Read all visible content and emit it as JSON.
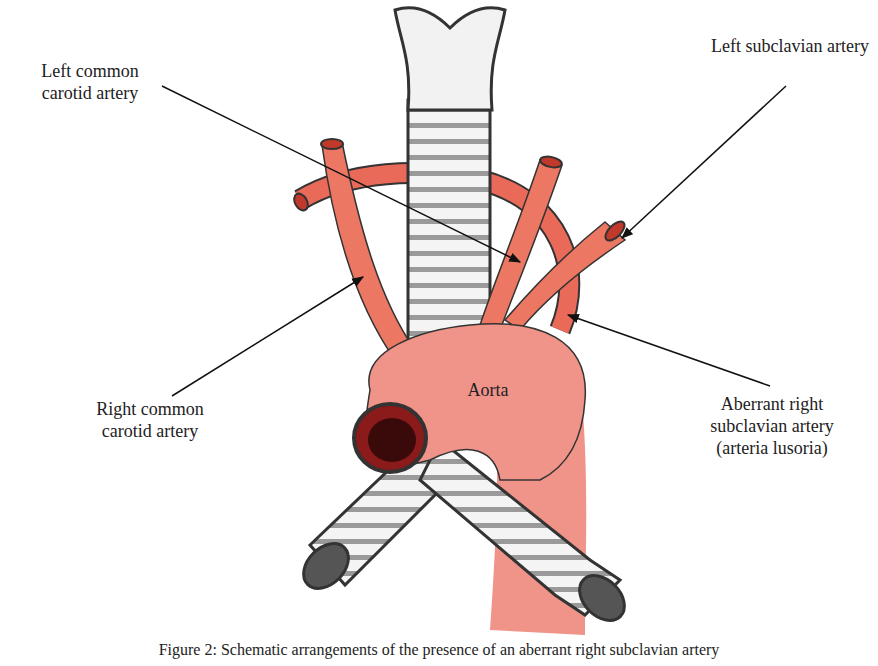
{
  "diagram": {
    "caption": "Figure 2: Schematic arrangements of the presence of an aberrant right subclavian artery",
    "labels": [
      "Left common carotid artery",
      "Left subclavian artery",
      "Right common carotid artery",
      "Aorta",
      "Aberrant right subclavian artery (arteria lusoria)"
    ]
  }
}
